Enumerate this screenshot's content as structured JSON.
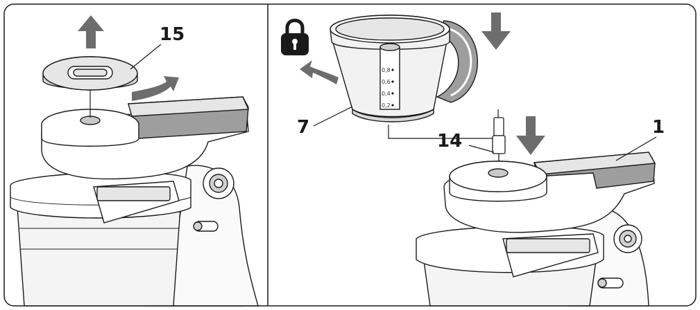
{
  "callouts": {
    "lid": "15",
    "bowl": "7",
    "shaft": "14",
    "base": "1"
  },
  "bowl_scale": [
    "0,8",
    "0,6",
    "0,4",
    "0,2"
  ],
  "icons": {
    "lock": "padlock-icon",
    "arrow_up": "arrow-up-icon",
    "arrow_down": "arrow-down-icon",
    "rotate": "rotate-arrow-icon"
  },
  "colors": {
    "outline": "#1a1a1a",
    "arrow": "#6d6d6d",
    "panel_grey": "#9e9e9e",
    "light_grey": "#e6e6e6",
    "bowl_fill": "#f2f2f2"
  }
}
